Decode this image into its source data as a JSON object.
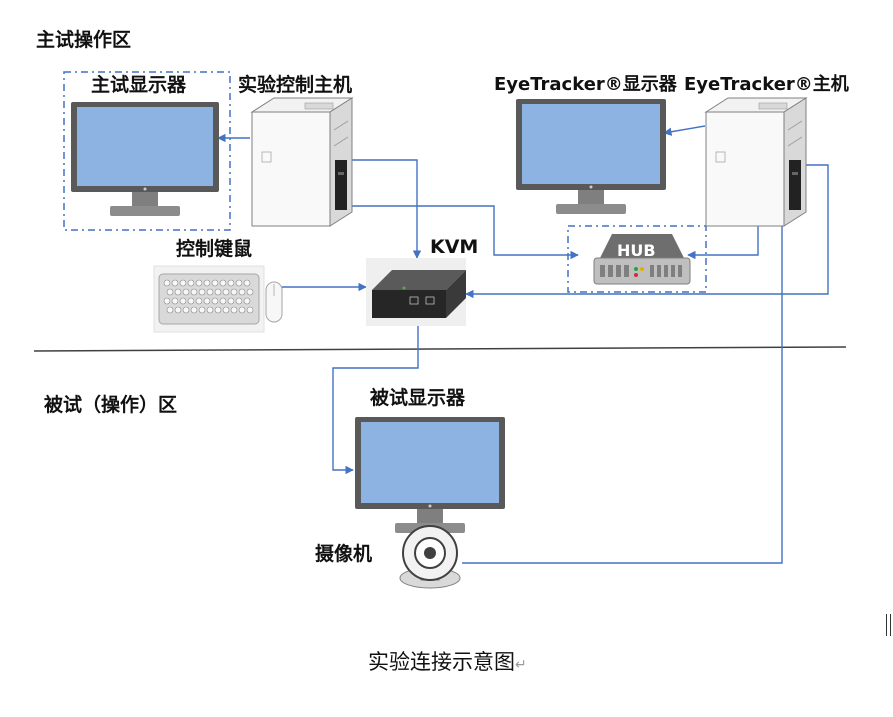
{
  "zones": {
    "master_area": "主试操作区",
    "subject_area": "被试（操作）区"
  },
  "devices": {
    "master_monitor": "主试显示器",
    "control_pc": "实验控制主机",
    "eyetracker_monitor": "EyeTracker®显示器",
    "eyetracker_pc": "EyeTracker®主机",
    "keyboard_mouse": "控制键鼠",
    "kvm": "KVM",
    "hub": "HUB",
    "subject_monitor": "被试显示器",
    "camera": "摄像机"
  },
  "caption": "实验连接示意图",
  "caption_mark": "↵",
  "colors": {
    "line": "#4472c4",
    "screen": "#8db3e2",
    "bezel": "#595959",
    "stand": "#7f7f7f",
    "dash": "#4472c4",
    "divider": "#404040"
  }
}
